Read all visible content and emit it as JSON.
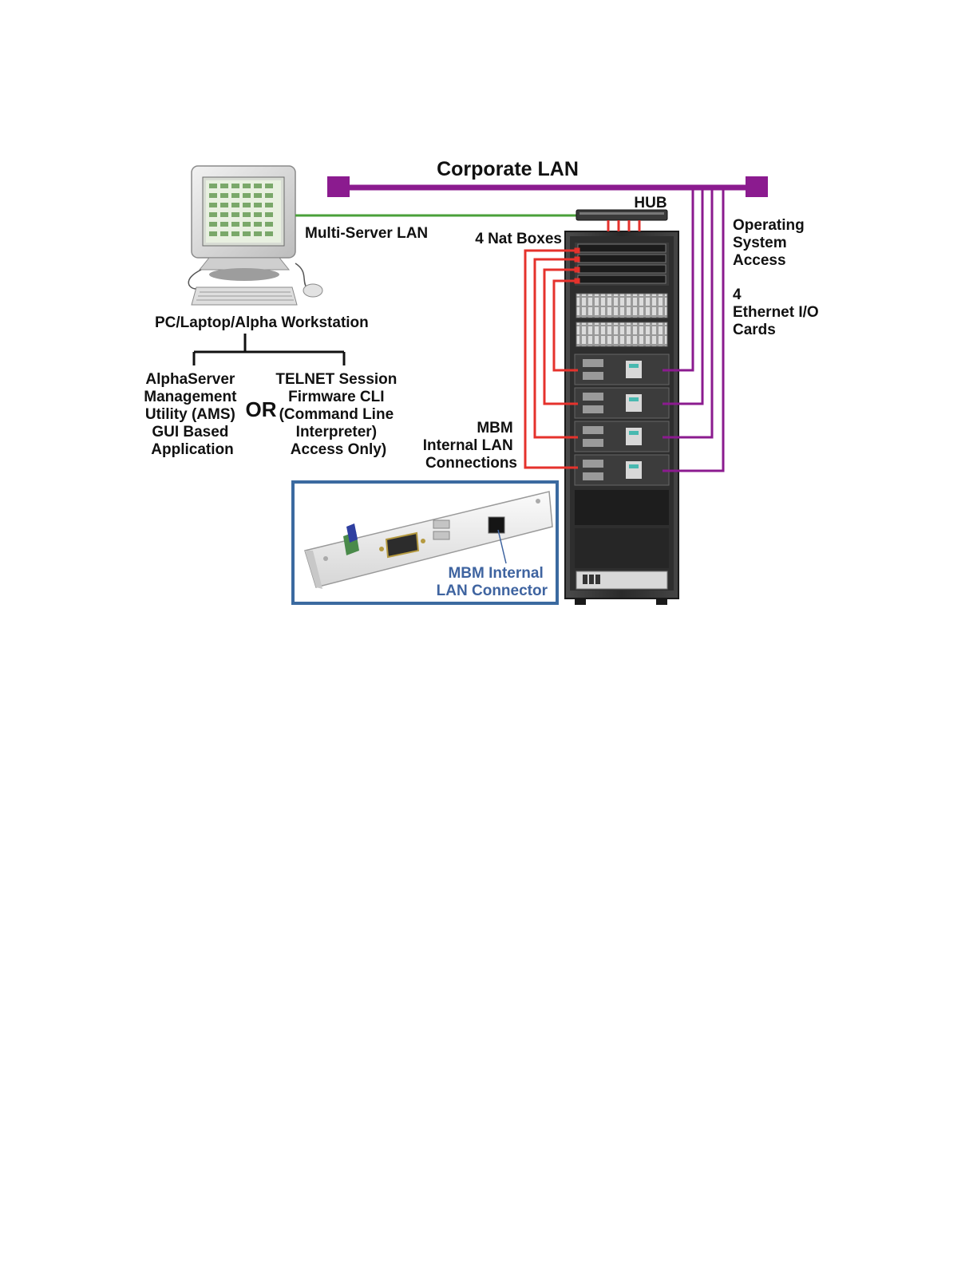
{
  "colors": {
    "corporate_lan": "#8b1b8f",
    "multi_server_lan": "#4aa03a",
    "internal_lan": "#e5322c",
    "inset_border": "#3b6aa0",
    "connector_label": "#3f64a0",
    "text": "#111111"
  },
  "labels": {
    "corporate_lan": "Corporate LAN",
    "hub": "HUB",
    "multi_server_lan": "Multi-Server LAN",
    "nat_boxes": "4 Nat Boxes",
    "os_access": [
      "Operating",
      "System",
      "Access"
    ],
    "ethernet_cards": [
      "4",
      "Ethernet I/O",
      "Cards"
    ],
    "workstation": "PC/Laptop/Alpha Workstation",
    "ams": [
      "AlphaServer",
      "Management",
      "Utility (AMS)",
      "GUI Based",
      "Application"
    ],
    "or": "OR",
    "telnet": [
      "TELNET Session",
      "Firmware CLI",
      "(Command Line",
      "Interpreter)",
      "Access Only)"
    ],
    "mbm_connections": [
      "MBM",
      "Internal LAN",
      "Connections"
    ],
    "mbm_connector": [
      "MBM Internal",
      "LAN Connector"
    ]
  },
  "icons": {
    "workstation": "crt-computer-icon",
    "hub": "network-hub-icon",
    "rack": "server-rack-icon",
    "connector": "mbm-connector-board-icon"
  }
}
